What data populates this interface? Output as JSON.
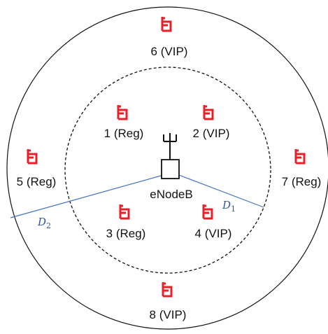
{
  "base_station": {
    "label": "eNodeB"
  },
  "distances": [
    {
      "symbol": "D",
      "subscript": "1"
    },
    {
      "symbol": "D",
      "subscript": "2"
    }
  ],
  "users": [
    {
      "id": "1",
      "label": "1 (Reg)",
      "type": "Reg"
    },
    {
      "id": "2",
      "label": "2 (VIP)",
      "type": "VIP"
    },
    {
      "id": "3",
      "label": "3 (Reg)",
      "type": "Reg"
    },
    {
      "id": "4",
      "label": "4 (VIP)",
      "type": "VIP"
    },
    {
      "id": "5",
      "label": "5 (Reg)",
      "type": "Reg"
    },
    {
      "id": "6",
      "label": "6 (VIP)",
      "type": "VIP"
    },
    {
      "id": "7",
      "label": "7 (Reg)",
      "type": "Reg"
    },
    {
      "id": "8",
      "label": "8 (VIP)",
      "type": "VIP"
    }
  ],
  "colors": {
    "phone": "#e8202a",
    "distance_line": "#4472c4",
    "distance_label": "#2f5597",
    "circle": "#111111"
  }
}
